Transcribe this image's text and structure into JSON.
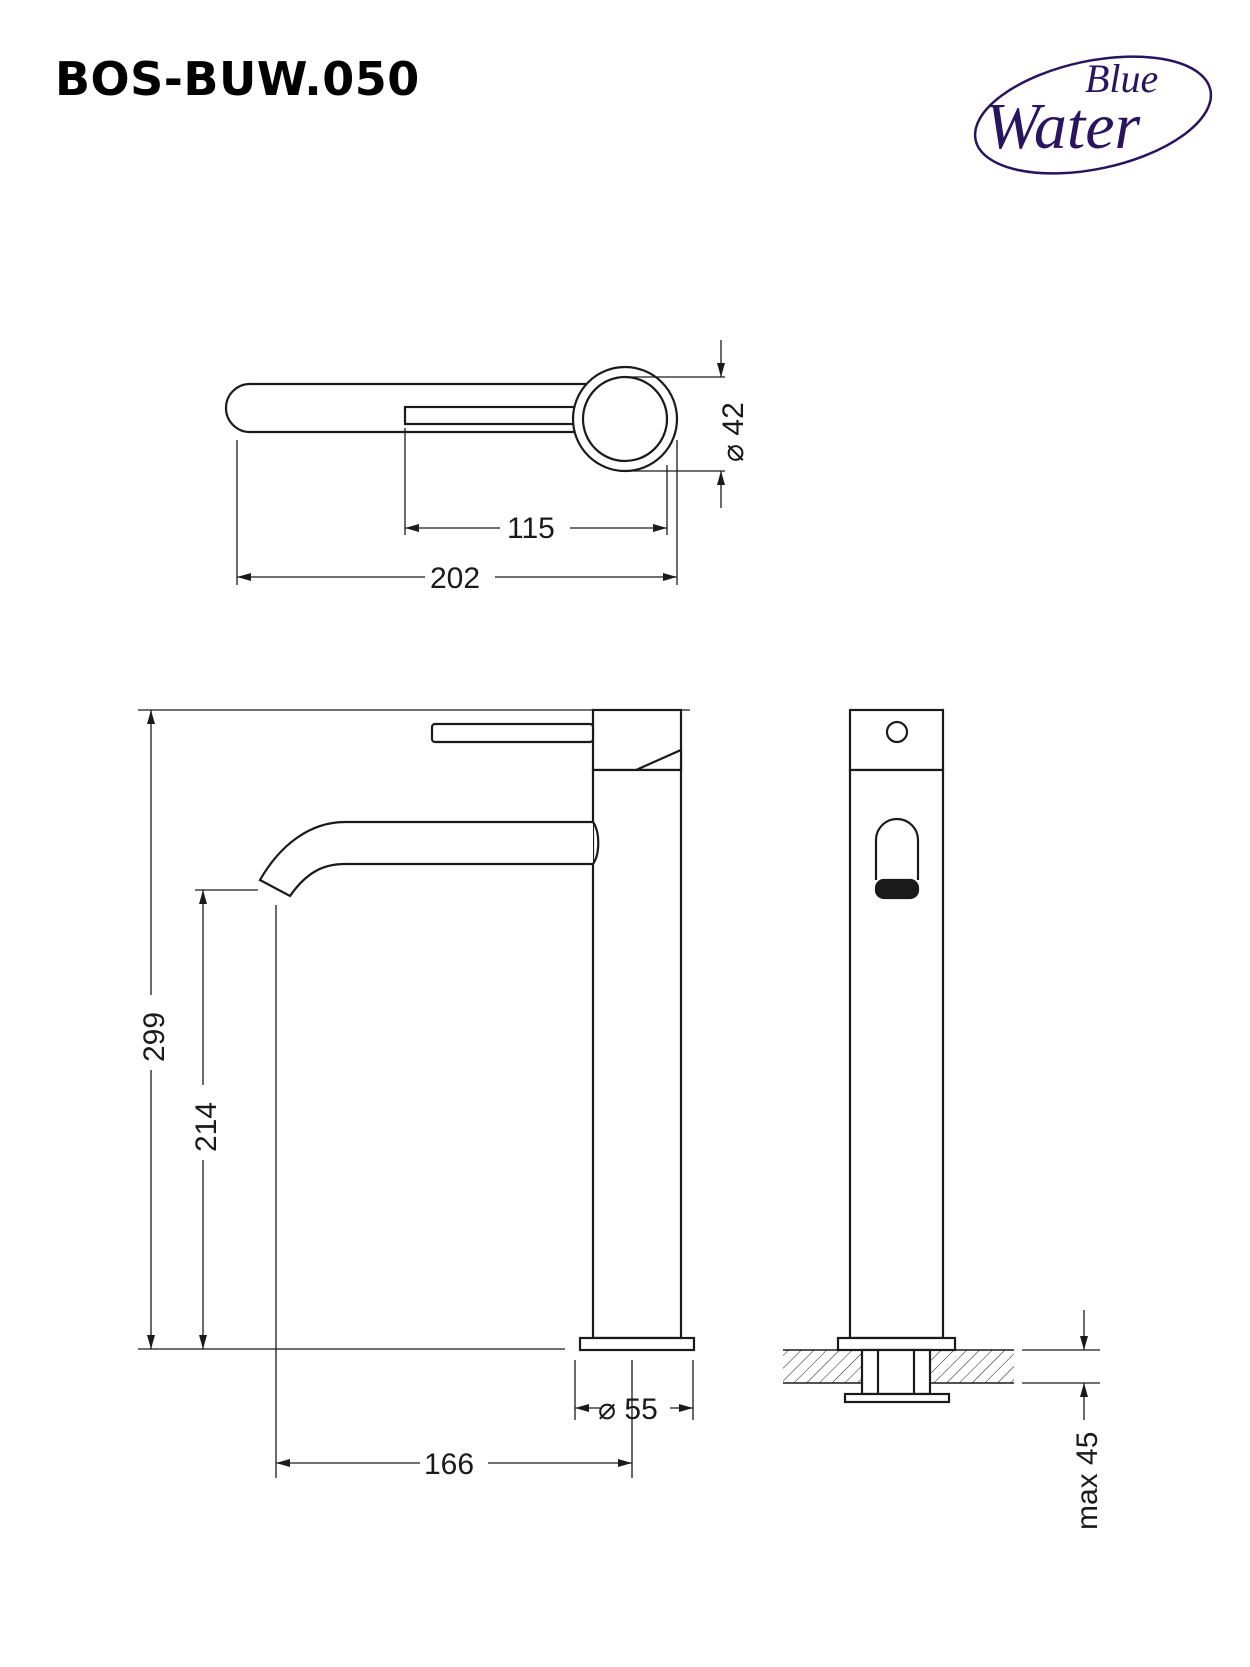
{
  "model": "BOS-BUW.050",
  "logo": {
    "line1": "Blue",
    "line2": "Water",
    "color": "#2a1460"
  },
  "line_color": "#1a1a1a",
  "dimensions": {
    "top_view": {
      "diameter": "⌀ 42",
      "handle_length": "115",
      "total_length": "202"
    },
    "side_view": {
      "total_height": "299",
      "spout_height": "214",
      "base_diameter": "⌀ 55",
      "spout_reach": "166"
    },
    "front_view": {
      "max_thickness": "max 45"
    }
  }
}
